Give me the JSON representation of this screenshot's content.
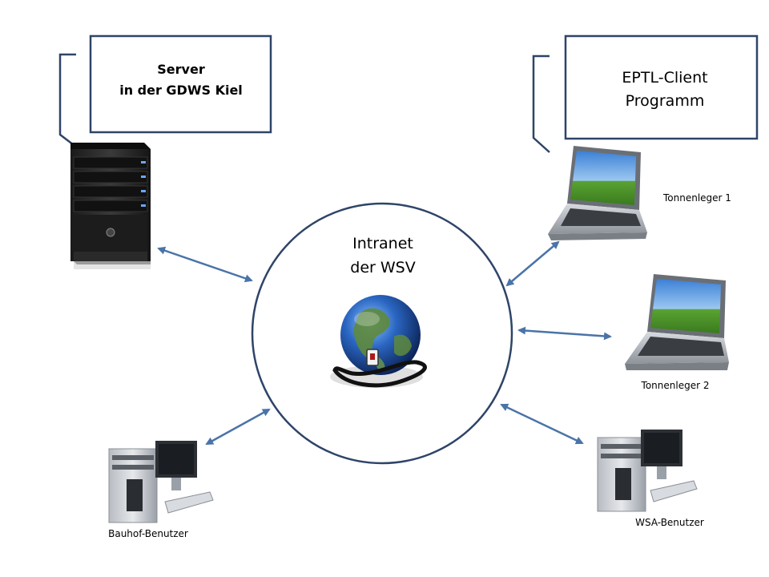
{
  "colors": {
    "box_border": "#2e4468",
    "arrow": "#4a74a8",
    "circle_border": "#2e4468",
    "globe_ocean": "#1f4f9a",
    "globe_land": "#4f7a3a"
  },
  "callouts": {
    "server": {
      "line1": "Server",
      "line2": "in der GDWS Kiel"
    },
    "client": {
      "line1": "EPTL-Client",
      "line2": "Programm"
    }
  },
  "intranet": {
    "line1": "Intranet",
    "line2": "der WSV",
    "icon": "globe-network-icon"
  },
  "nodes": {
    "server": {
      "icon": "server-tower-icon"
    },
    "tonnenleger1": {
      "label": "Tonnenleger 1",
      "icon": "laptop-icon"
    },
    "tonnenleger2": {
      "label": "Tonnenleger 2",
      "icon": "laptop-icon"
    },
    "bauhof": {
      "label": "Bauhof-Benutzer",
      "icon": "desktop-pc-icon"
    },
    "wsa": {
      "label": "WSA-Benutzer",
      "icon": "desktop-pc-icon"
    }
  }
}
